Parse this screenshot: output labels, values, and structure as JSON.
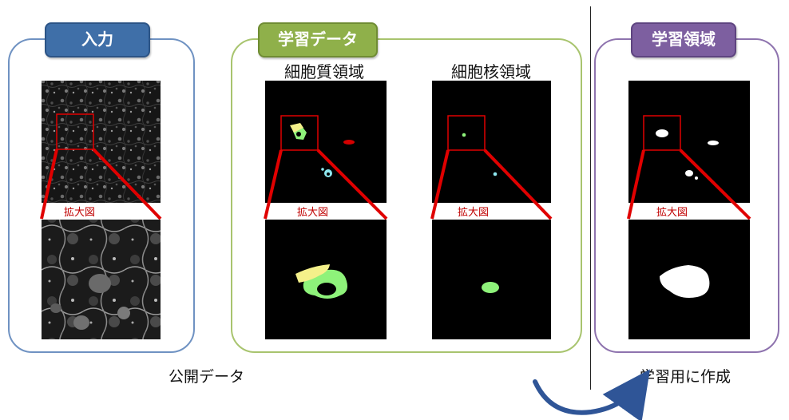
{
  "panels": {
    "input": {
      "tag": "入力",
      "color": "#3f6fa8",
      "border": "#6f92c2"
    },
    "training": {
      "tag": "学習データ",
      "color": "#8fb04a",
      "border": "#a8c46e"
    },
    "learn": {
      "tag": "学習領域",
      "color": "#7d5fa0",
      "border": "#8e73ae"
    }
  },
  "headers": {
    "cytoplasm": "細胞質領域",
    "nucleus": "細胞核領域"
  },
  "zoom_label": "拡大図",
  "captions": {
    "public": "公開データ",
    "created": "学習用に作成"
  },
  "colors": {
    "zoom_red": "#e00000",
    "cyto_green": "#8ef27a",
    "cyto_yellow": "#f4f08a",
    "marker_red": "#d40000",
    "marker_cyan": "#8ee8f0",
    "arrow_blue": "#2f5597"
  }
}
